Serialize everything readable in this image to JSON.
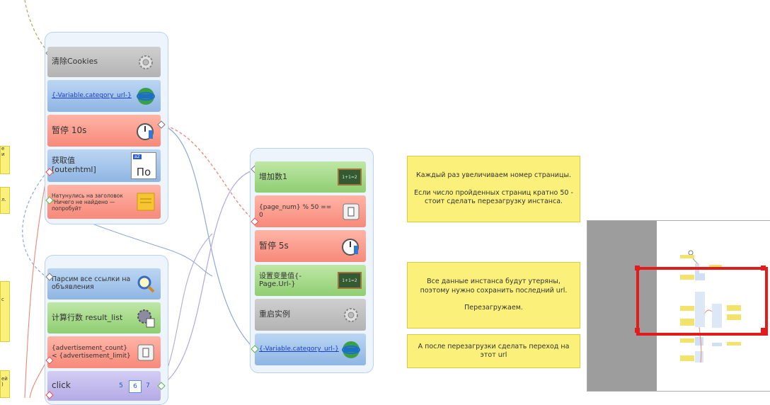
{
  "group1": {
    "blocks": [
      {
        "label": "清除Cookies",
        "icon": "gear-icon",
        "color": "gray"
      },
      {
        "label": "{-Variable.category_url-}",
        "icon": "globe-icon",
        "color": "blue",
        "link": true
      },
      {
        "label": "暂停 10s",
        "icon": "stopwatch-icon",
        "color": "red"
      },
      {
        "label": "获取值\n[outerhtml]",
        "icon": "html-value-icon",
        "color": "blue",
        "icon_text_top": "a2",
        "icon_text": "По"
      },
      {
        "label": "Натунулись на заголовок \"Ничего не найдено — попробуйт",
        "icon": "sticky-note-icon",
        "color": "red",
        "small": true
      }
    ]
  },
  "group2": {
    "blocks": [
      {
        "label": "Парсим все ссылки на объявления",
        "icon": "magnifier-icon",
        "color": "blue"
      },
      {
        "label": "计算行数 result_list",
        "icon": "gear-list-icon",
        "color": "green"
      },
      {
        "label": "{advertisement_count} < {advertisement_limit}",
        "icon": "switch-icon",
        "color": "red",
        "small": true
      },
      {
        "label": "click",
        "icon": "pager-icon",
        "color": "purple",
        "pages": [
          "5",
          "6",
          "7"
        ]
      }
    ]
  },
  "group3": {
    "blocks": [
      {
        "label": "增加数1",
        "icon": "chalkboard-icon",
        "color": "green",
        "board_text": "1+1=2"
      },
      {
        "label": "{page_num} % 50 == 0",
        "icon": "switch-icon",
        "color": "red",
        "small": true
      },
      {
        "label": "暂停 5s",
        "icon": "stopwatch-icon",
        "color": "red"
      },
      {
        "label": "设置变量值{-Page.Url-}",
        "icon": "chalkboard-icon",
        "color": "green",
        "board_text": "1+1=2"
      },
      {
        "label": "重启实例",
        "icon": "gear-icon",
        "color": "gray"
      },
      {
        "label": "{-Variable.category_url-}",
        "icon": "globe-icon",
        "color": "blue",
        "link": true
      }
    ]
  },
  "notes": [
    {
      "text": "Каждый раз увеличиваем номер страницы.\n\nЕсли число пройденных страниц кратно 50 - стоит сделать перезагрузку инстанса."
    },
    {
      "text": "Все данные инстанса будут утеряны, поэтому нужно сохранить последний url.\n\nПерезагружаем."
    },
    {
      "text": "А после перезагрузки сделать переход на этот url"
    }
  ],
  "edge_notes": [
    "е\nи",
    "л.",
    "с",
    "ей\n)"
  ],
  "colors": {
    "group_bg": "#eef4fc",
    "wire_blue": "#8fa8d8",
    "wire_red": "#e8887a",
    "wire_green": "#b8b070",
    "minimap_frame": "#e31b1b"
  }
}
